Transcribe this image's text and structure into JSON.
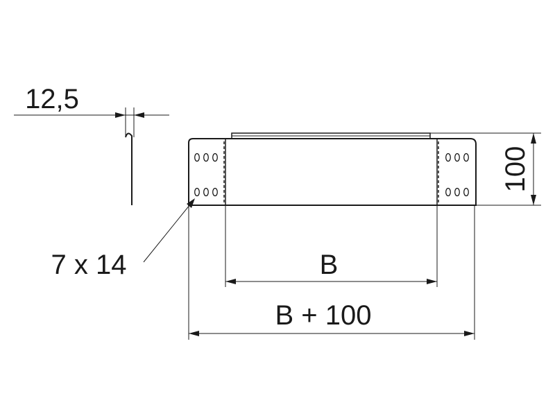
{
  "dimensions": {
    "thickness": "12,5",
    "height": "100",
    "hole_size": "7 x 14",
    "inner_width": "B",
    "outer_width": "B + 100"
  },
  "colors": {
    "line": "#1a1a1a",
    "background": "#ffffff"
  }
}
